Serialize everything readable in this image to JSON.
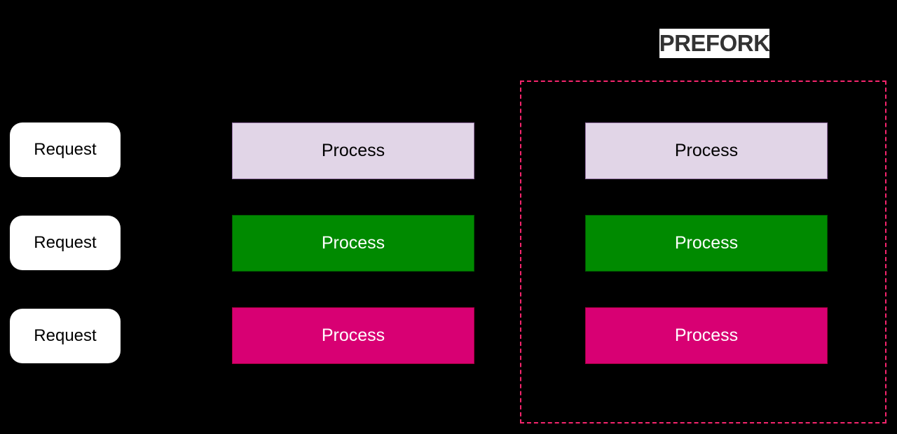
{
  "diagram": {
    "background": "#000000",
    "title": {
      "label": "PREFORK",
      "background": "#ffffff",
      "text_color": "#333333"
    },
    "request_style": {
      "fill": "#ffffff",
      "text_color": "#000000"
    },
    "requests": [
      {
        "label": "Request"
      },
      {
        "label": "Request"
      },
      {
        "label": "Request"
      }
    ],
    "single_workers": [
      {
        "label": "Process",
        "fill": "#e1d5e7",
        "stroke": "#9673a6",
        "text_color": "#000000"
      },
      {
        "label": "Process",
        "fill": "#008a00",
        "stroke": "#005700",
        "text_color": "#ffffff"
      },
      {
        "label": "Process",
        "fill": "#d80073",
        "stroke": "#a50040",
        "text_color": "#ffffff"
      }
    ],
    "prefork_workers": [
      {
        "label": "Process",
        "fill": "#e1d5e7",
        "stroke": "#9673a6",
        "text_color": "#000000"
      },
      {
        "label": "Process",
        "fill": "#008a00",
        "stroke": "#005700",
        "text_color": "#ffffff"
      },
      {
        "label": "Process",
        "fill": "#d80073",
        "stroke": "#a50040",
        "text_color": "#ffffff"
      }
    ],
    "prefork_group": {
      "border_color": "#f5256d",
      "border_style": "dashed"
    }
  }
}
